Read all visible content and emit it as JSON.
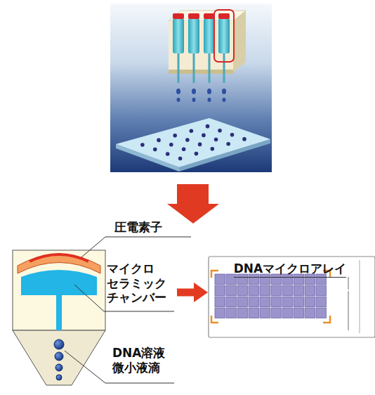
{
  "diagram": {
    "nodes": [
      {
        "text": [
          "マイクロ セラミック チャンバー"
        ]
      },
      {
        "text": [
          "DNAマイクロアレイ"
        ]
      }
    ],
    "edges": [
      {
        "from": 0,
        "to": 1,
        "arrow": "to"
      }
    ],
    "labels": [
      "圧電素子",
      "DNA溶液 微小液滴"
    ]
  }
}
